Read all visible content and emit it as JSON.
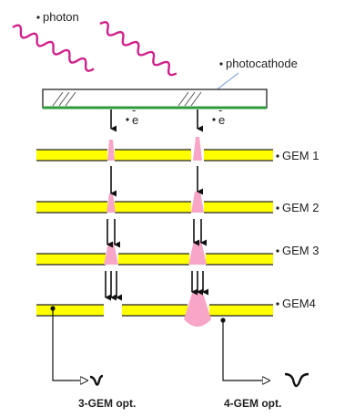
{
  "labels": {
    "photon": "photon",
    "photocathode": "photocathode",
    "electron_left": "e",
    "electron_right": "e",
    "gem1": "GEM 1",
    "gem2": "GEM 2",
    "gem3": "GEM 3",
    "gem4": "GEM4",
    "opt3": "3-GEM opt.",
    "opt4": "4-GEM opt."
  },
  "colors": {
    "gem_fill": "#ffff00",
    "gem_stroke": "#222222",
    "photon": "#d0208a",
    "avalanche": "#f7a6c8",
    "photocathode_edge": "#2e9a3a",
    "photocathode_link": "#8aa8d8",
    "arrow": "#111111"
  }
}
